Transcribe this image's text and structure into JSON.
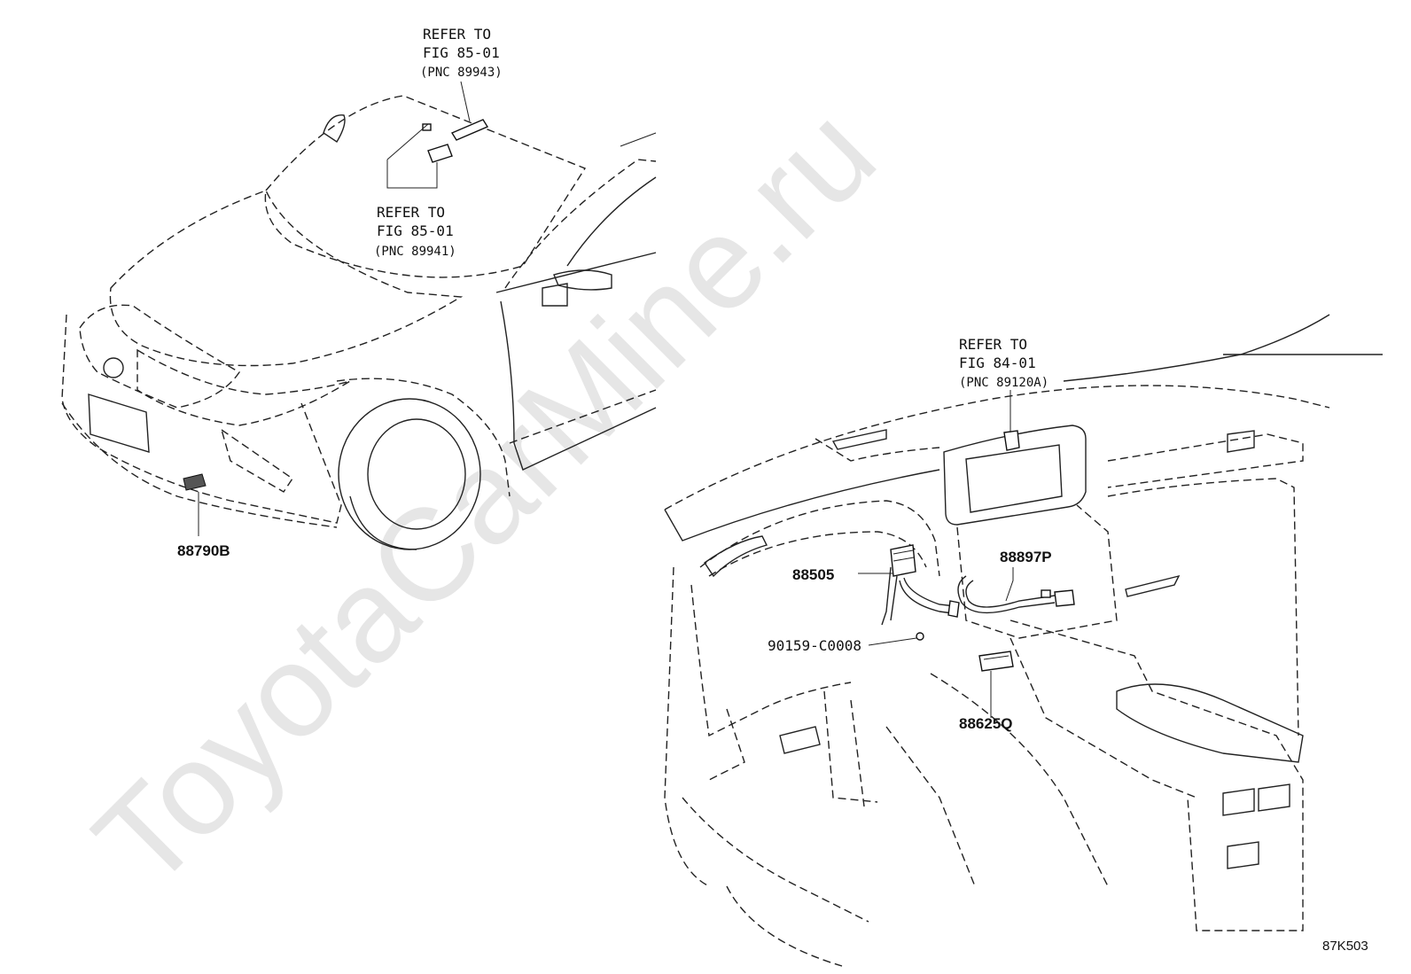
{
  "watermark": "ToyotaCarMine.ru",
  "figure_code": "87K503",
  "references": [
    {
      "line1": "REFER TO",
      "line2": "FIG 85-01",
      "line3": "(PNC 89943)"
    },
    {
      "line1": "REFER TO",
      "line2": "FIG 85-01",
      "line3": "(PNC 89941)"
    },
    {
      "line1": "REFER TO",
      "line2": "FIG 84-01",
      "line3": "(PNC 89120A)"
    }
  ],
  "parts": {
    "p88790B": "88790B",
    "p88505": "88505",
    "p90159": "90159-C0008",
    "p88897P": "88897P",
    "p88625Q": "88625Q"
  }
}
